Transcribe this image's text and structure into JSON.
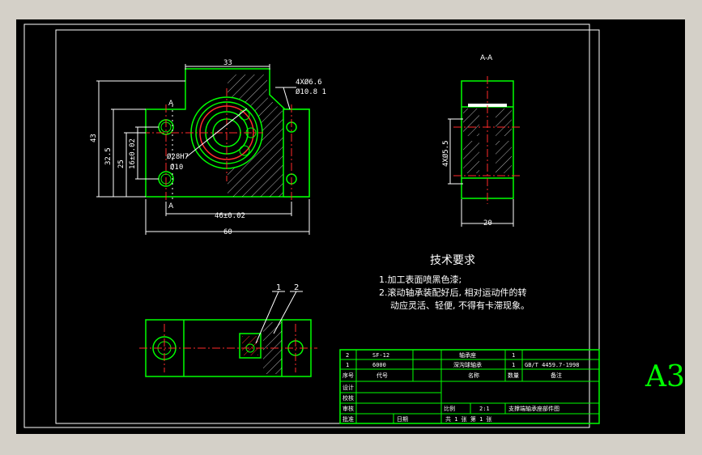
{
  "sheet": {
    "size_label": "A3"
  },
  "front_view": {
    "section_label_top": "A",
    "section_label_bottom": "A",
    "dim_top_width": "33",
    "dim_height_total": "43",
    "dim_height_2": "32.5",
    "dim_height_3": "25",
    "dim_hole_spacing": "16±0.02",
    "dim_bore_1": "Ø28H7",
    "dim_bore_2": "Ø10",
    "dim_holes_a": "4XØ6.6",
    "dim_holes_b": "Ø10.8 1",
    "dim_base_spacing": "46±0.02",
    "dim_base_total": "60"
  },
  "side_view": {
    "section_title": "A-A",
    "dim_holes": "4XØ5.5",
    "dim_width": "20"
  },
  "bottom_view": {
    "balloon_1": "1",
    "balloon_2": "2"
  },
  "tech_req": {
    "title": "技术要求",
    "line1": "1.加工表面喷黑色漆;",
    "line2": "2.滚动轴承装配好后, 相对运动件的转",
    "line3": "动应灵活、轻便, 不得有卡滞现象。"
  },
  "title_block": {
    "rows": [
      {
        "no": "2",
        "code": "SF-12",
        "name": "轴承座",
        "qty": "1",
        "note": ""
      },
      {
        "no": "1",
        "code": "6000",
        "name": "深沟球轴承",
        "qty": "1",
        "note": "GB/T 4459.7-1998"
      }
    ],
    "header": {
      "no": "序号",
      "code": "代号",
      "name": "名称",
      "qty": "数量",
      "note": "备注"
    },
    "design": "设计",
    "check": "校核",
    "review": "审核",
    "approve": "批准",
    "date": "日期",
    "scale_label": "比例",
    "scale_value": "2:1",
    "drawing_name": "支撑端轴承座部件图",
    "sheets": "共 1 张  第 1 张"
  }
}
